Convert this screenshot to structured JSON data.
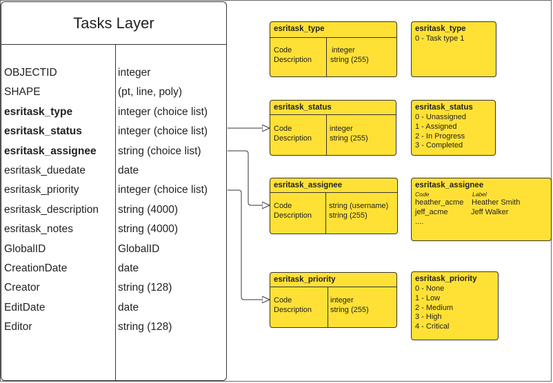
{
  "layer": {
    "title": "Tasks Layer",
    "fields": [
      {
        "name": "OBJECTID",
        "type": "integer",
        "bold": false
      },
      {
        "name": "SHAPE",
        "type": "(pt, line, poly)",
        "bold": false
      },
      {
        "name": "esritask_type",
        "type": "integer (choice list)",
        "bold": true
      },
      {
        "name": "esritask_status",
        "type": "integer (choice list)",
        "bold": true
      },
      {
        "name": "esritask_assignee",
        "type": "string (choice list)",
        "bold": true
      },
      {
        "name": "esritask_duedate",
        "type": "date",
        "bold": false
      },
      {
        "name": "esritask_priority",
        "type": "integer (choice list)",
        "bold": false
      },
      {
        "name": "esritask_description",
        "type": "string (4000)",
        "bold": false
      },
      {
        "name": "esritask_notes",
        "type": "string (4000)",
        "bold": false
      },
      {
        "name": "GlobalID",
        "type": "GlobalID",
        "bold": false
      },
      {
        "name": "CreationDate",
        "type": "date",
        "bold": false
      },
      {
        "name": "Creator",
        "type": "string (128)",
        "bold": false
      },
      {
        "name": "EditDate",
        "type": "date",
        "bold": false
      },
      {
        "name": "Editor",
        "type": "string (128)",
        "bold": false
      }
    ]
  },
  "domains": {
    "type": {
      "title": "esritask_type",
      "code_label": "Code",
      "description_label": "Description",
      "code_type": "integer",
      "description_type": "string (255)"
    },
    "status": {
      "title": "esritask_status",
      "code_label": "Code",
      "description_label": "Description",
      "code_type": "integer",
      "description_type": "string (255)"
    },
    "assignee": {
      "title": "esritask_assignee",
      "code_label": "Code",
      "description_label": "Description",
      "code_type": "string  (username)",
      "description_type": "string (255)"
    },
    "priority": {
      "title": "esritask_priority",
      "code_label": "Code",
      "description_label": "Description",
      "code_type": "integer",
      "description_type": "string (255)"
    }
  },
  "values": {
    "type": {
      "title": "esritask_type",
      "items": [
        "0 - Task type 1"
      ]
    },
    "status": {
      "title": "esritask_status",
      "items": [
        "0 - Unassigned",
        "1 - Assigned",
        "2 - In Progress",
        "3 - Completed"
      ]
    },
    "assignee": {
      "title": "esritask_assignee",
      "col_code": "Code",
      "col_label": "Label",
      "rows": [
        {
          "code": "heather_acme",
          "label": "Heather Smith"
        },
        {
          "code": "jeff_acme",
          "label": "Jeff Walker"
        }
      ],
      "more": "...."
    },
    "priority": {
      "title": "esritask_priority",
      "items": [
        "0 - None",
        "1 - Low",
        "2 - Medium",
        "3 - High",
        "4 - Critical"
      ]
    }
  }
}
